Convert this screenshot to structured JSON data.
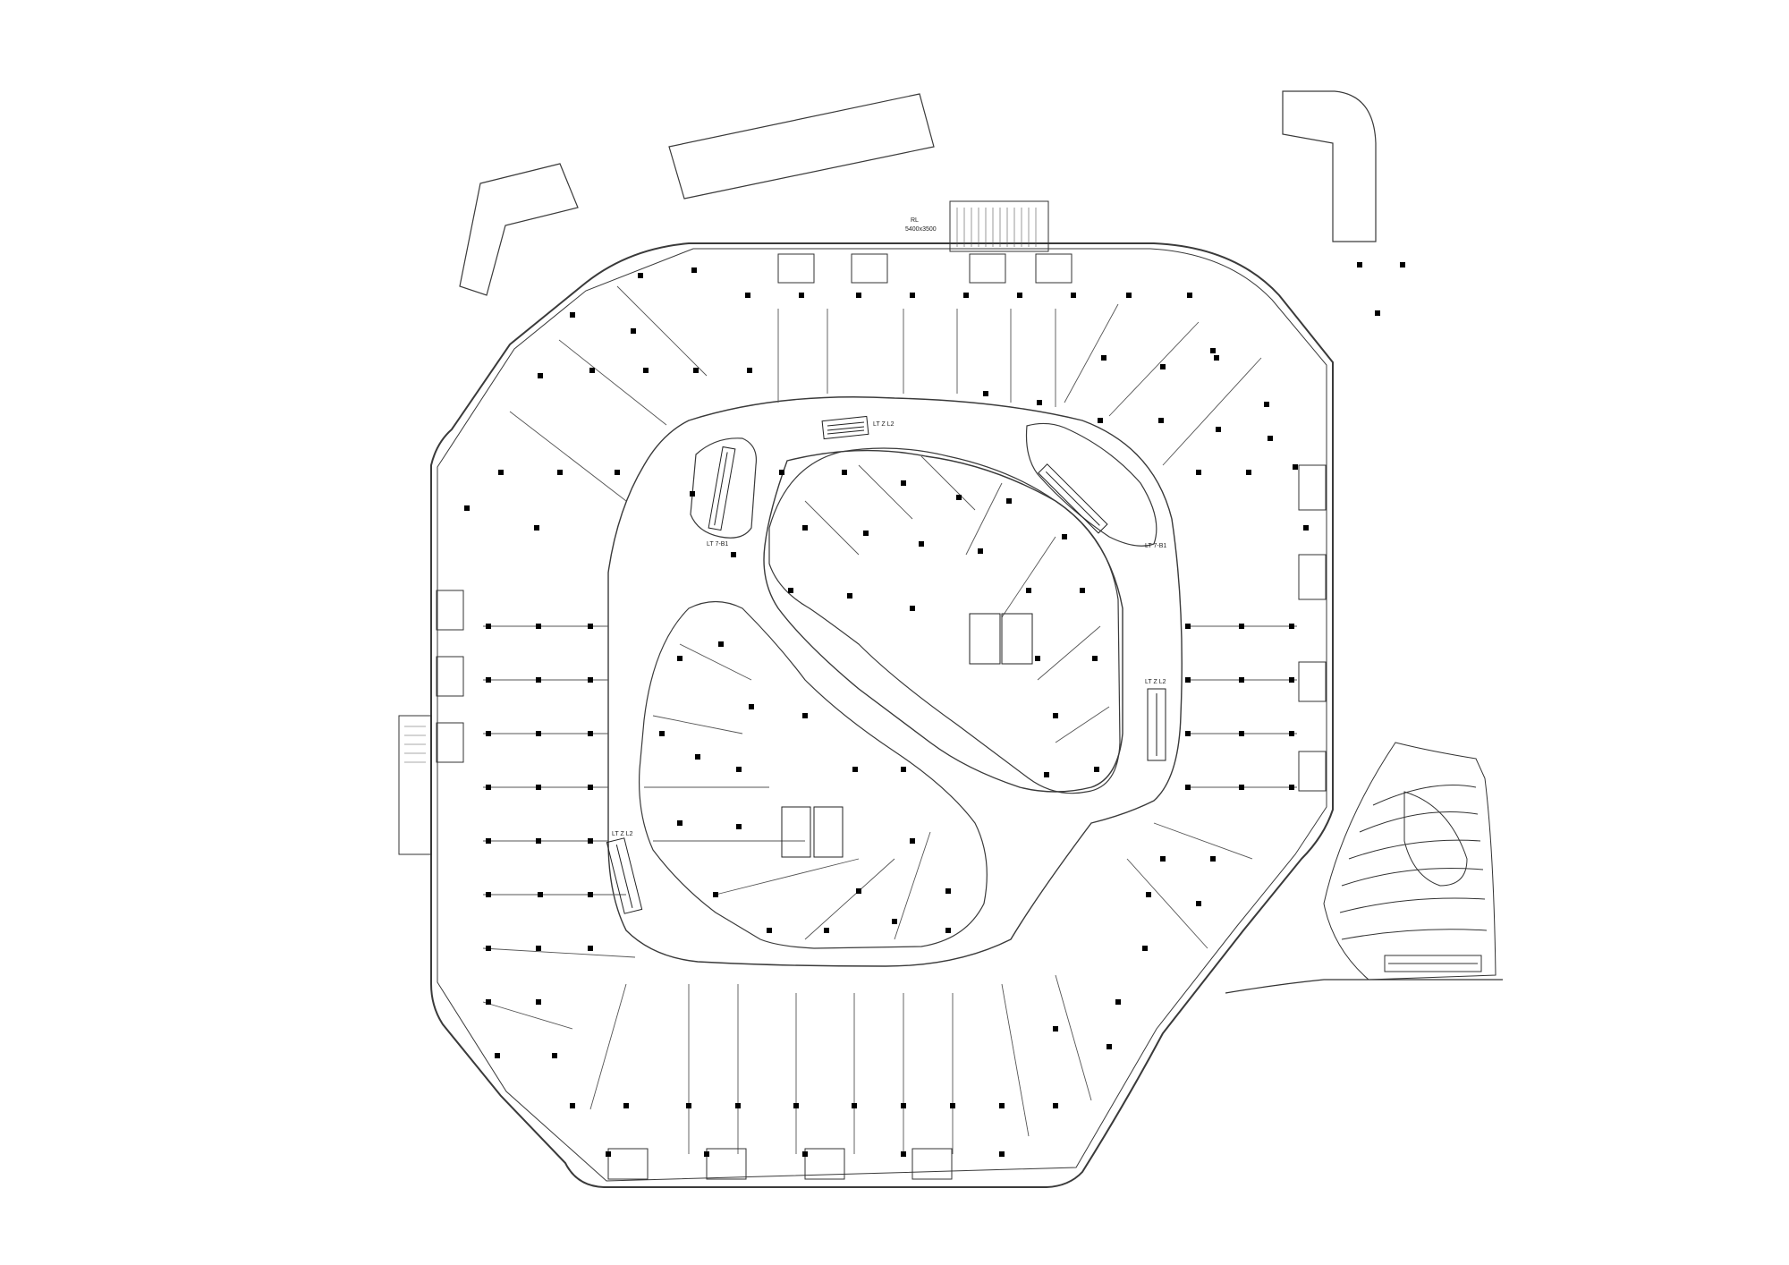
{
  "drawing": {
    "type": "floor-plan",
    "subject": "shopping mall level",
    "line_color": "#3a3a3a",
    "column_color": "#000000",
    "background": "#ffffff"
  },
  "labels": {
    "escalator_north": "LT Z L2",
    "escalator_northwest": "LT 7-B1",
    "escalator_northeast": "LT 7-B1",
    "escalator_east": "LT Z L2",
    "escalator_southwest": "LT Z L2",
    "north_dock_tag": "RL",
    "north_dock_dim": "5400x3500"
  }
}
